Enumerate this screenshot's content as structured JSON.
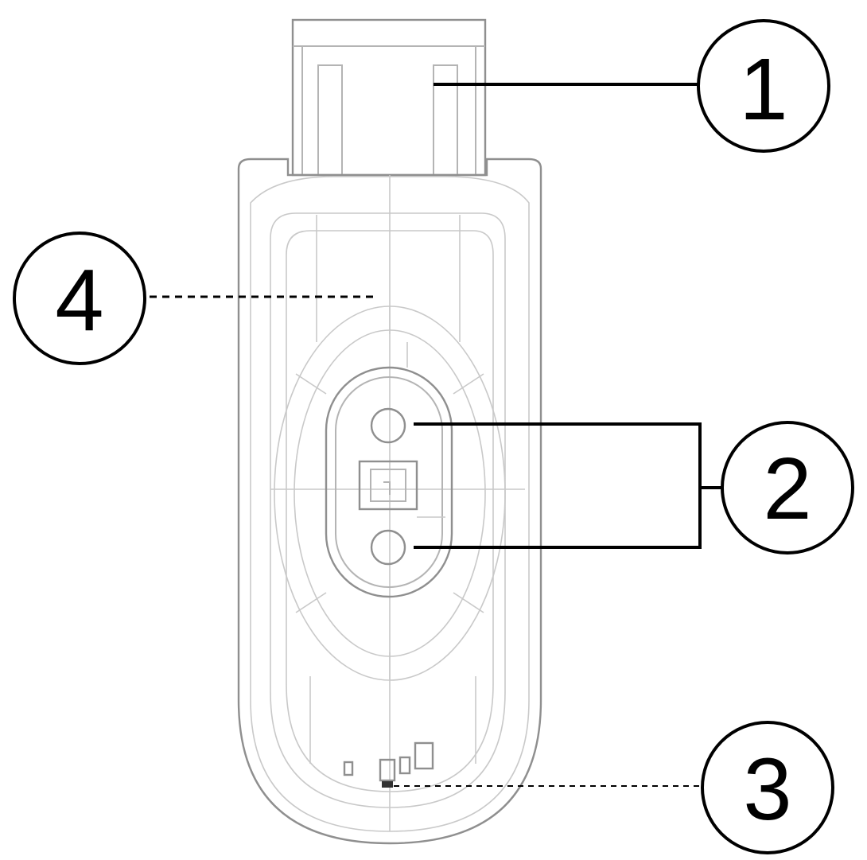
{
  "callouts": {
    "c1": "1",
    "c2": "2",
    "c3": "3",
    "c4": "4"
  },
  "colors": {
    "outline": "#c9c9c9",
    "callout": "#000000",
    "background": "#ffffff"
  }
}
